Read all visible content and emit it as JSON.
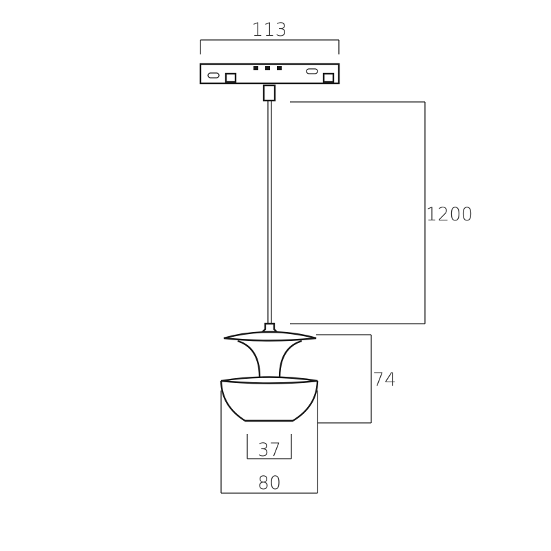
{
  "dimensions": {
    "track_adapter_width": "113",
    "cable_length": "1200",
    "shade_height": "74",
    "inner_diameter": "37",
    "outer_diameter": "80"
  },
  "colors": {
    "line": "#1a1a1a",
    "text": "#333333",
    "background": "#ffffff"
  }
}
